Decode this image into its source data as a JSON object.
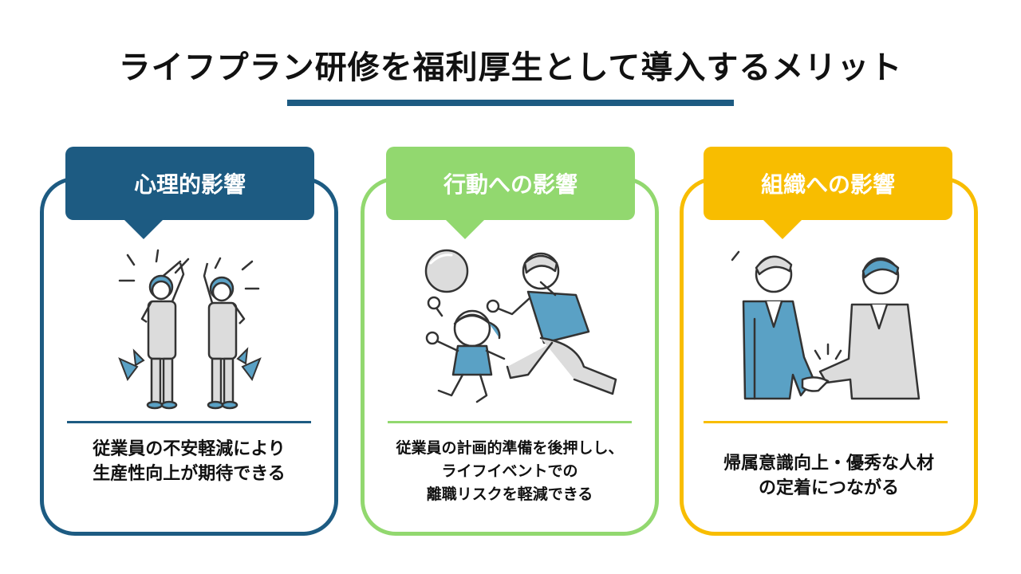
{
  "title": "ライフプラン研修を福利厚生として導入するメリット",
  "colors": {
    "navy": "#1d5b82",
    "green": "#92d86f",
    "yellow": "#f8bd00",
    "illustration_blue": "#5aa1c5"
  },
  "cards": [
    {
      "heading": "心理的影響",
      "illustration": "two-cheering-office-workers",
      "description": "従業員の不安軽減により\n生産性向上が期待できる"
    },
    {
      "heading": "行動への影響",
      "illustration": "grandparent-and-child-playing-ball",
      "description": "従業員の計画的準備を後押しし、\nライフイベントでの\n離職リスクを軽減できる"
    },
    {
      "heading": "組織への影響",
      "illustration": "businessmen-handshake",
      "description": "帰属意識向上・優秀な人材\nの定着につながる"
    }
  ]
}
